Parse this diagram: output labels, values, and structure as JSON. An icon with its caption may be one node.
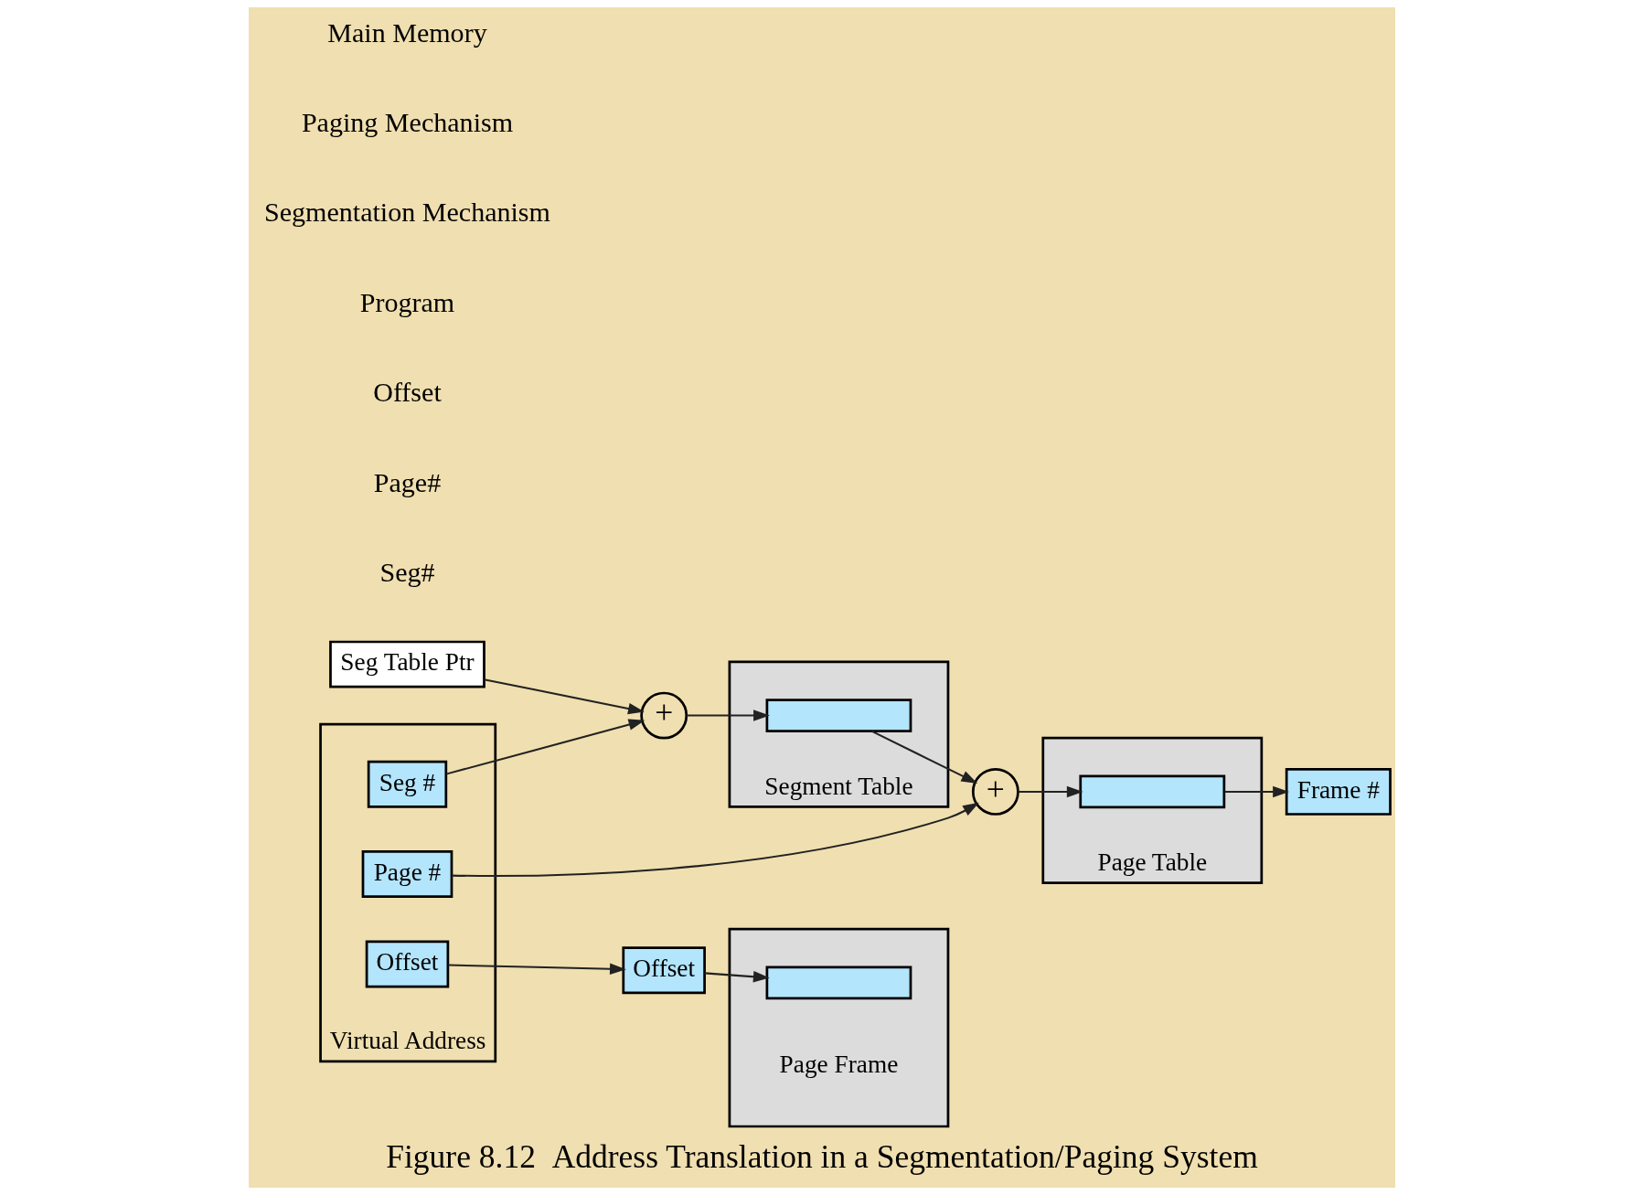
{
  "diagram": {
    "caption": "Figure 8.12  Address Translation in a Segmentation/Paging System",
    "nodes": [
      {
        "text": [
          "Virtual Address"
        ]
      },
      {
        "text": [
          "Seg #"
        ],
        "in": 0
      },
      {
        "text": [
          "Page #"
        ],
        "in": 0
      },
      {
        "text": [
          "Offset"
        ],
        "in": 0
      },
      {
        "text": [
          "Seg Table Ptr"
        ]
      },
      {
        "text": [
          "+"
        ]
      },
      {
        "text": [
          "Segment Table"
        ]
      },
      {
        "text": [],
        "shape": "bar",
        "in": 6
      },
      {
        "text": [
          "+"
        ]
      },
      {
        "text": [
          "Page Table"
        ]
      },
      {
        "text": [],
        "shape": "bar",
        "in": 9
      },
      {
        "text": [
          "Frame #"
        ]
      },
      {
        "text": [
          "Offset"
        ]
      },
      {
        "text": [],
        "shape": "box"
      },
      {
        "text": [],
        "shape": "bar",
        "in": 13,
        "beside": [
          "Page Frame"
        ]
      }
    ],
    "edges": [
      {
        "from": 1,
        "to": 5,
        "arrow": "to"
      },
      {
        "from": 4,
        "to": 5,
        "arrow": "to"
      },
      {
        "from": 5,
        "to": 7,
        "arrow": "to"
      },
      {
        "from": 7,
        "to": 8,
        "arrow": "to"
      },
      {
        "from": 2,
        "to": 8,
        "arrow": "to"
      },
      {
        "from": 8,
        "to": 10,
        "arrow": "to"
      },
      {
        "from": 10,
        "to": 11,
        "arrow": "to"
      },
      {
        "from": 3,
        "to": 12,
        "arrow": "to"
      },
      {
        "from": 12,
        "to": 14,
        "arrow": "to"
      }
    ],
    "labels": [
      "Seg#",
      "Page#",
      "Offset",
      "Program",
      "Segmentation Mechanism",
      "Paging Mechanism",
      "Main Memory"
    ]
  }
}
